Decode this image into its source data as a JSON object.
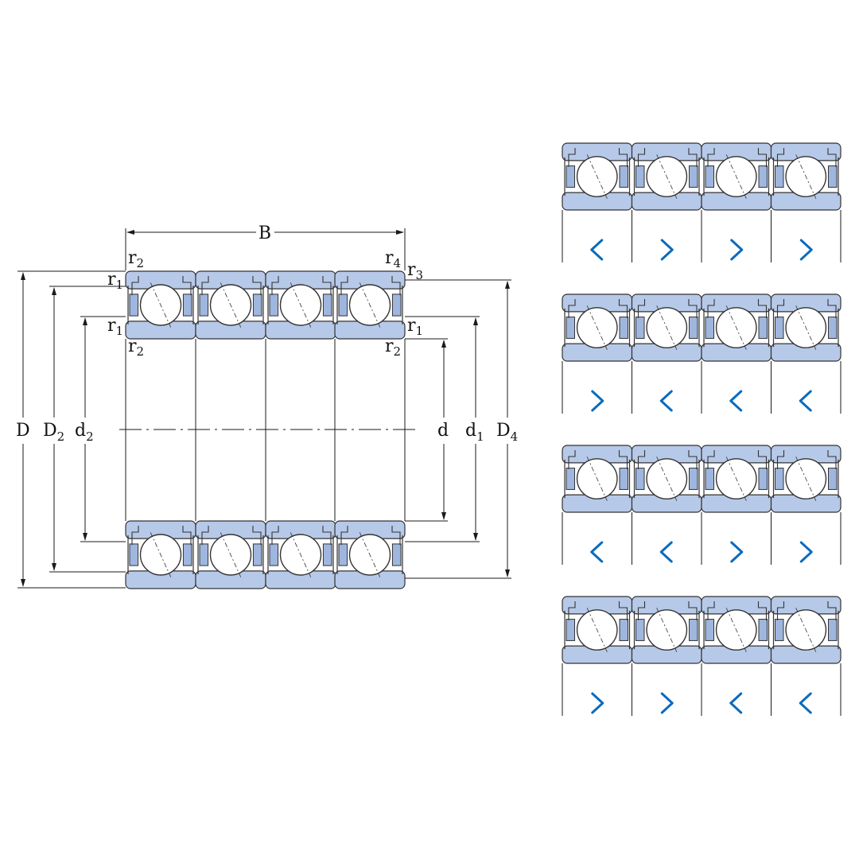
{
  "colors": {
    "ring_fill": "#b7c9e8",
    "ring_stroke": "#333333",
    "line": "#1a1a1a",
    "arrow_blue": "#0a6bbd",
    "ball_fill": "#ffffff",
    "cage_fill": "#9fb6de"
  },
  "dimensions": {
    "B": "B",
    "D": {
      "base": "D",
      "sub": ""
    },
    "D2": {
      "base": "D",
      "sub": "2"
    },
    "d2": {
      "base": "d",
      "sub": "2"
    },
    "d": {
      "base": "d",
      "sub": ""
    },
    "d1": {
      "base": "d",
      "sub": "1"
    },
    "D4": {
      "base": "D",
      "sub": "4"
    },
    "r2_top_left": {
      "base": "r",
      "sub": "2"
    },
    "r1_top_left": {
      "base": "r",
      "sub": "1"
    },
    "r1_bottom_left": {
      "base": "r",
      "sub": "1"
    },
    "r2_bottom_left": {
      "base": "r",
      "sub": "2"
    },
    "r4_top_right": {
      "base": "r",
      "sub": "4"
    },
    "r3_top_right": {
      "base": "r",
      "sub": "3"
    },
    "r1_right": {
      "base": "r",
      "sub": "1"
    },
    "r2_right": {
      "base": "r",
      "sub": "2"
    }
  },
  "arrangements": [
    {
      "name": "arrangement-1",
      "directions": [
        "left",
        "right",
        "right",
        "right"
      ]
    },
    {
      "name": "arrangement-2",
      "directions": [
        "right",
        "left",
        "left",
        "left"
      ]
    },
    {
      "name": "arrangement-3",
      "directions": [
        "left",
        "left",
        "right",
        "right"
      ]
    },
    {
      "name": "arrangement-4",
      "directions": [
        "right",
        "right",
        "left",
        "left"
      ]
    }
  ]
}
